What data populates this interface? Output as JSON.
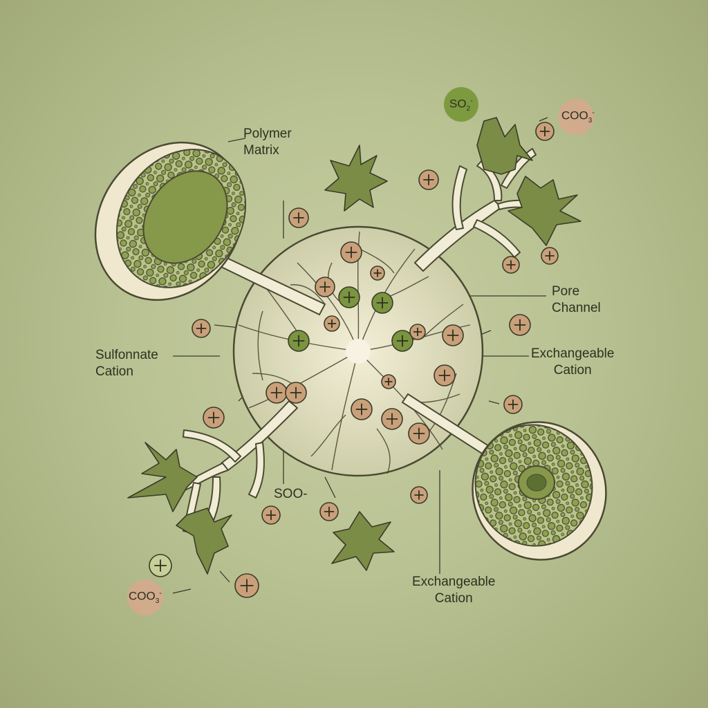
{
  "labels": {
    "polymer_matrix": [
      "Polymer",
      "Matrix"
    ],
    "pore_channel": [
      "Pore",
      "Channel"
    ],
    "sulfonate_cation": [
      "Sulfonnate",
      "Cation"
    ],
    "exchangeable_cation_right": [
      "Exchangeable",
      "Cation"
    ],
    "exchangeable_cation_bottom": [
      "Exchangeable",
      "Cation"
    ],
    "soo": "SOO-"
  },
  "chem": {
    "so_top": {
      "base": "SO",
      "sub": "2",
      "sup": "-"
    },
    "coo_top": {
      "base": "COO",
      "sub": "3",
      "sup": "-"
    },
    "coo_bottom": {
      "base": "COO",
      "sub": "3",
      "sup": "-"
    }
  },
  "colors": {
    "background": "#b9c293",
    "cream": "#f1ecd6",
    "outline": "#4a4a32",
    "leaf_green": "#7b8c46",
    "tan_ion": "#c9a07a",
    "green_ion": "#7a9440"
  },
  "icons": [
    "plus-ion-icon",
    "leaf-icon",
    "bead-cross-section-icon",
    "dendrite-icon"
  ]
}
